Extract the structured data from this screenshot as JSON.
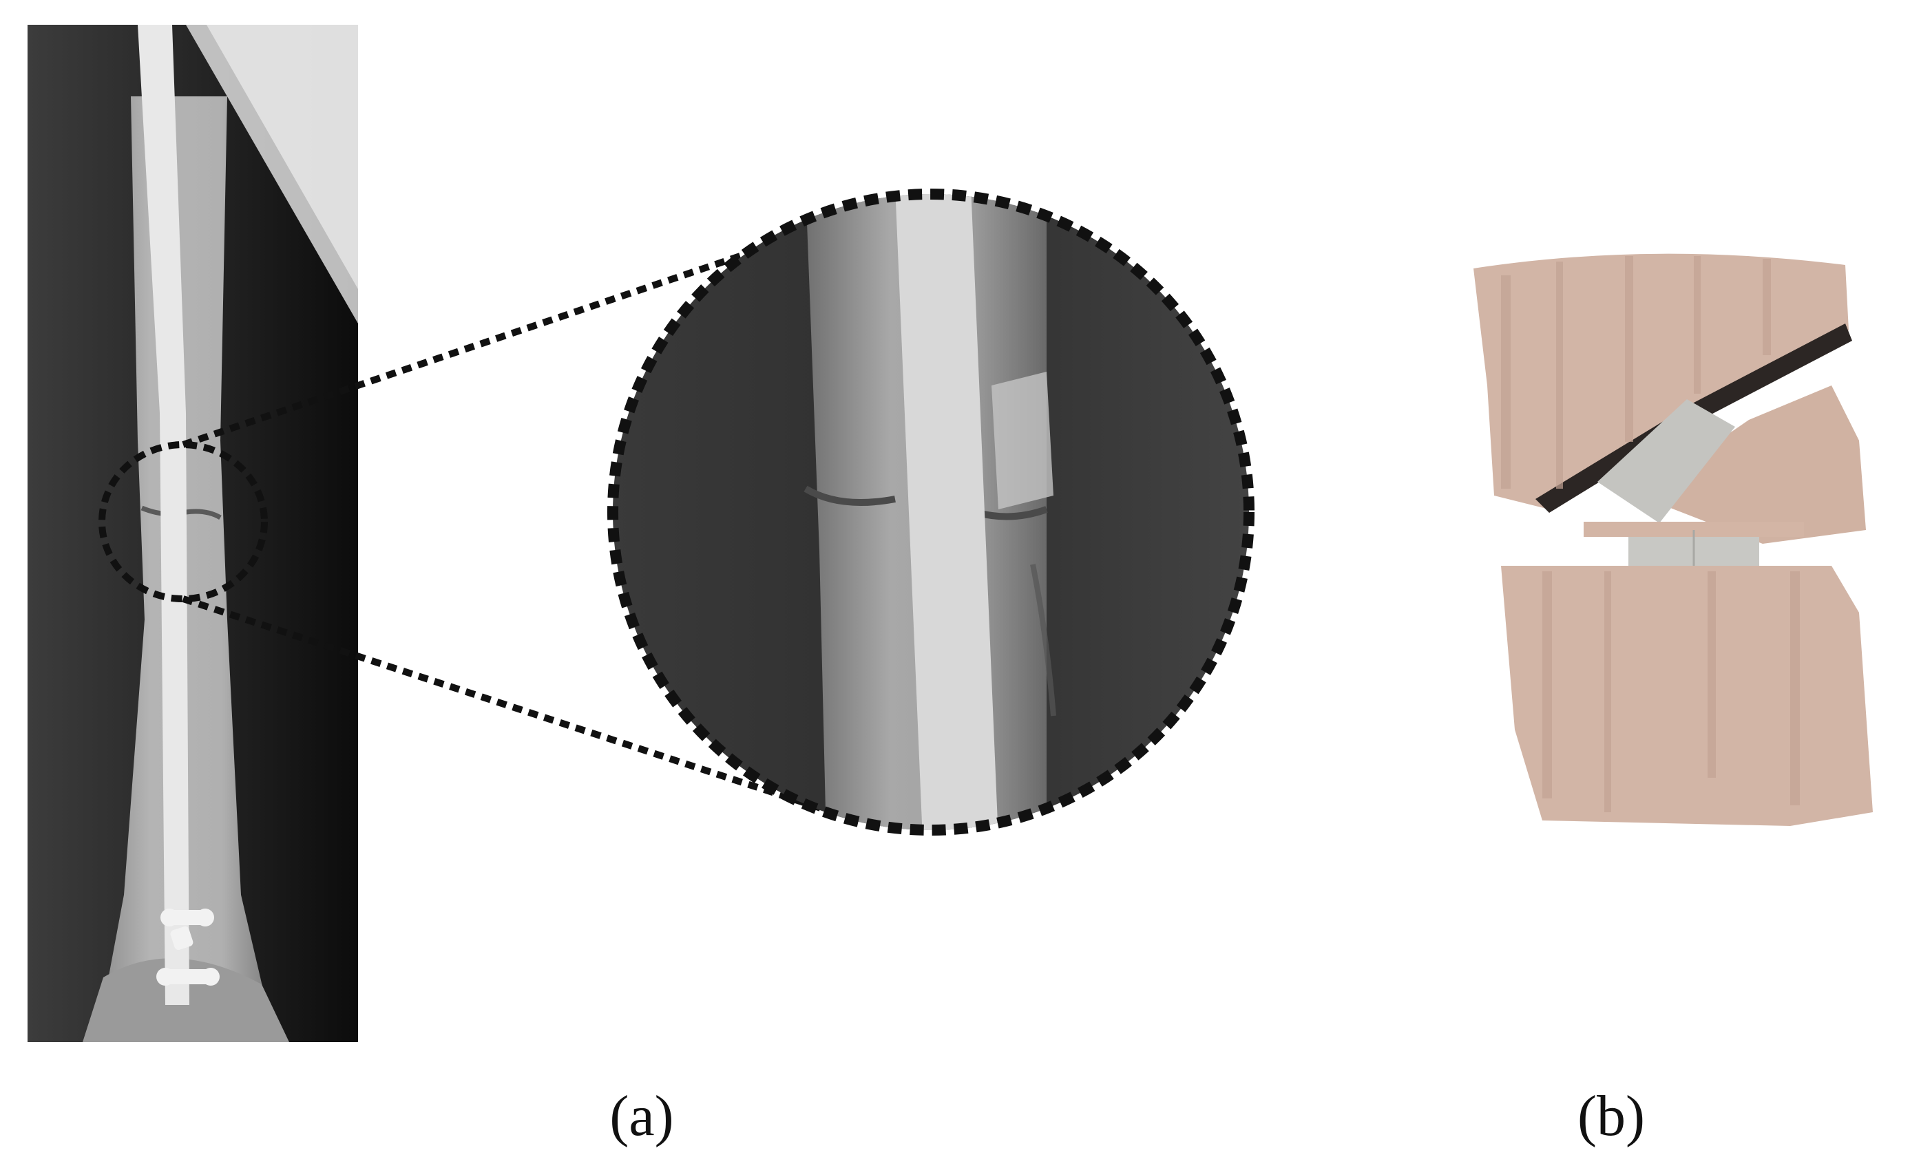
{
  "figure": {
    "panels": [
      {
        "id": "a",
        "label": "(a)"
      },
      {
        "id": "b",
        "label": "(b)"
      }
    ]
  },
  "colors": {
    "background": "#ffffff",
    "xray_dark": "#1e1e1e",
    "xray_mid": "#6a6a6a",
    "bone": "#b8b8b8",
    "rod": "#e6e6e6",
    "model_bone": "#d2b5a6",
    "model_bone_shade": "#c2a394",
    "model_implant": "#c4c4c0",
    "model_crack": "#2c2624",
    "dotted_line": "#111111"
  },
  "icons": {
    "xray": "xray-image",
    "zoom": "magnified-fracture-detail",
    "model": "3d-fracture-model"
  }
}
